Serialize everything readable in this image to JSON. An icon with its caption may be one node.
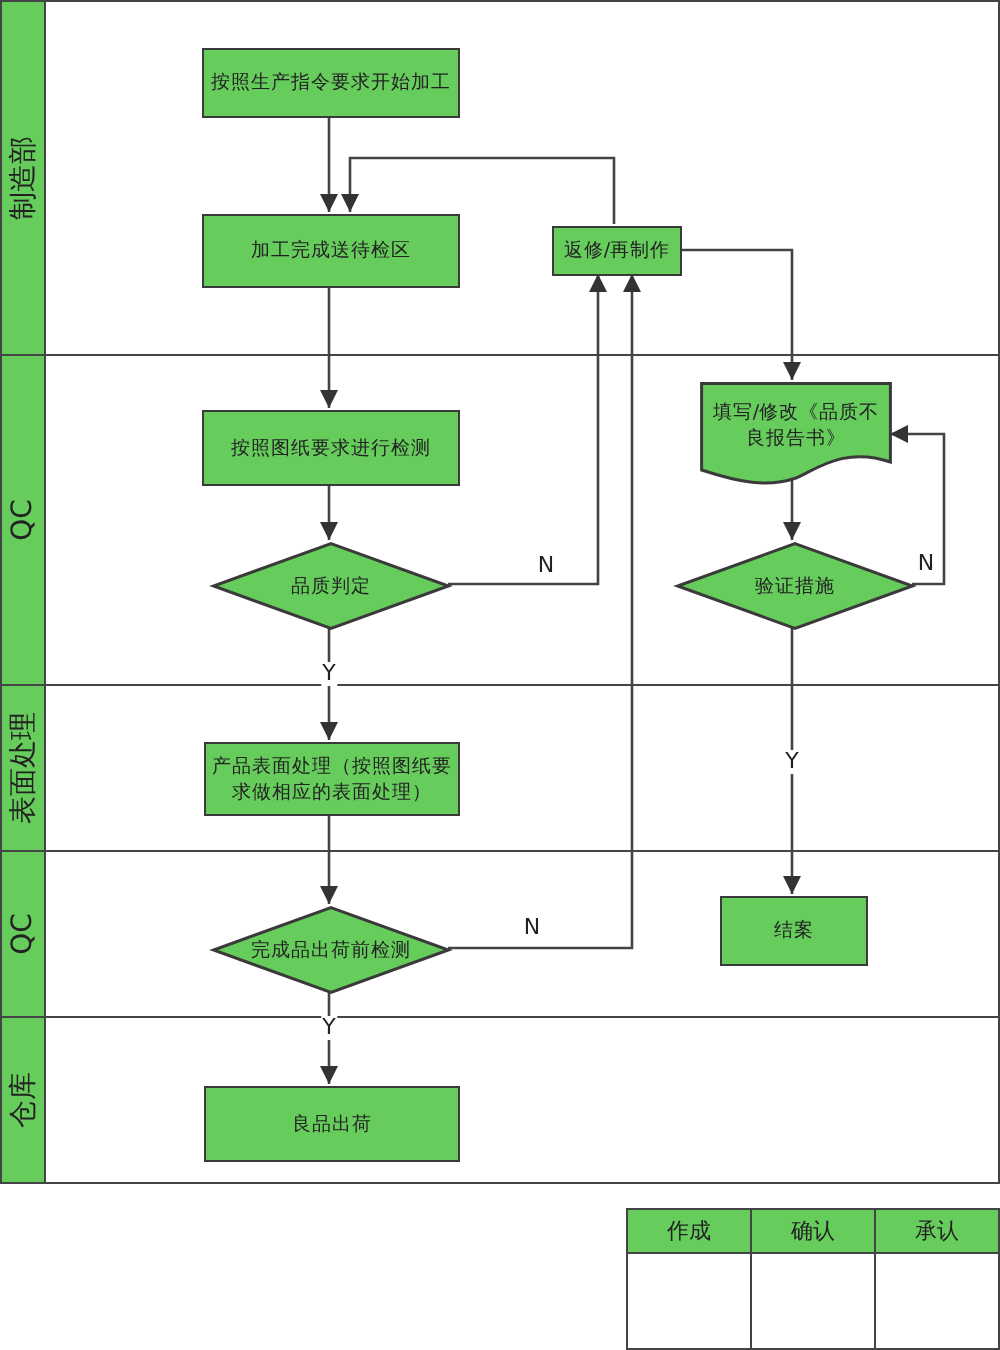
{
  "diagram": {
    "nodes": [
      {
        "text": [
          "制造部"
        ]
      },
      {
        "text": [
          "按照生产指令要求开始加工"
        ],
        "in": 0
      },
      {
        "text": [
          "加工完成送待检区"
        ],
        "in": 0
      },
      {
        "text": [
          "返修/再制作"
        ],
        "in": 0
      },
      {
        "text": [
          "QC"
        ]
      },
      {
        "text": [
          "按照图纸要求进行检测"
        ],
        "in": 4
      },
      {
        "text": [
          "品质判定"
        ],
        "in": 4
      },
      {
        "text": [
          "填写/修改《品质不良报告书》"
        ],
        "in": 4
      },
      {
        "text": [
          "验证措施"
        ],
        "in": 4
      },
      {
        "text": [
          "表面处理"
        ]
      },
      {
        "text": [
          "产品表面处理（按照图纸要求做相应的表面处理）"
        ],
        "in": 9
      },
      {
        "text": [
          "QC"
        ]
      },
      {
        "text": [
          "完成品出荷前检测"
        ],
        "in": 11
      },
      {
        "text": [
          "结案"
        ],
        "in": 11
      },
      {
        "text": [
          "仓库"
        ]
      },
      {
        "text": [
          "良品出荷"
        ],
        "in": 14
      }
    ],
    "edges": [
      {
        "from": 1,
        "to": 2,
        "arrow": "to"
      },
      {
        "from": 3,
        "to": 2,
        "arrow": "to"
      },
      {
        "from": 3,
        "to": 7,
        "arrow": "to"
      },
      {
        "from": 2,
        "to": 5,
        "arrow": "to"
      },
      {
        "from": 5,
        "to": 6,
        "arrow": "to"
      },
      {
        "from": 6,
        "to": 3,
        "arrow": "to",
        "label": "N"
      },
      {
        "from": 6,
        "to": 10,
        "arrow": "to",
        "label": "Y"
      },
      {
        "from": 7,
        "to": 8,
        "arrow": "to"
      },
      {
        "from": 8,
        "to": 7,
        "arrow": "to",
        "label": "N"
      },
      {
        "from": 8,
        "to": 13,
        "arrow": "to",
        "label": "Y"
      },
      {
        "from": 10,
        "to": 12,
        "arrow": "to"
      },
      {
        "from": 12,
        "to": 3,
        "arrow": "to",
        "label": "N"
      },
      {
        "from": 12,
        "to": 15,
        "arrow": "to",
        "label": "Y"
      }
    ],
    "labels": [
      "作成",
      "确认",
      "承认"
    ]
  }
}
